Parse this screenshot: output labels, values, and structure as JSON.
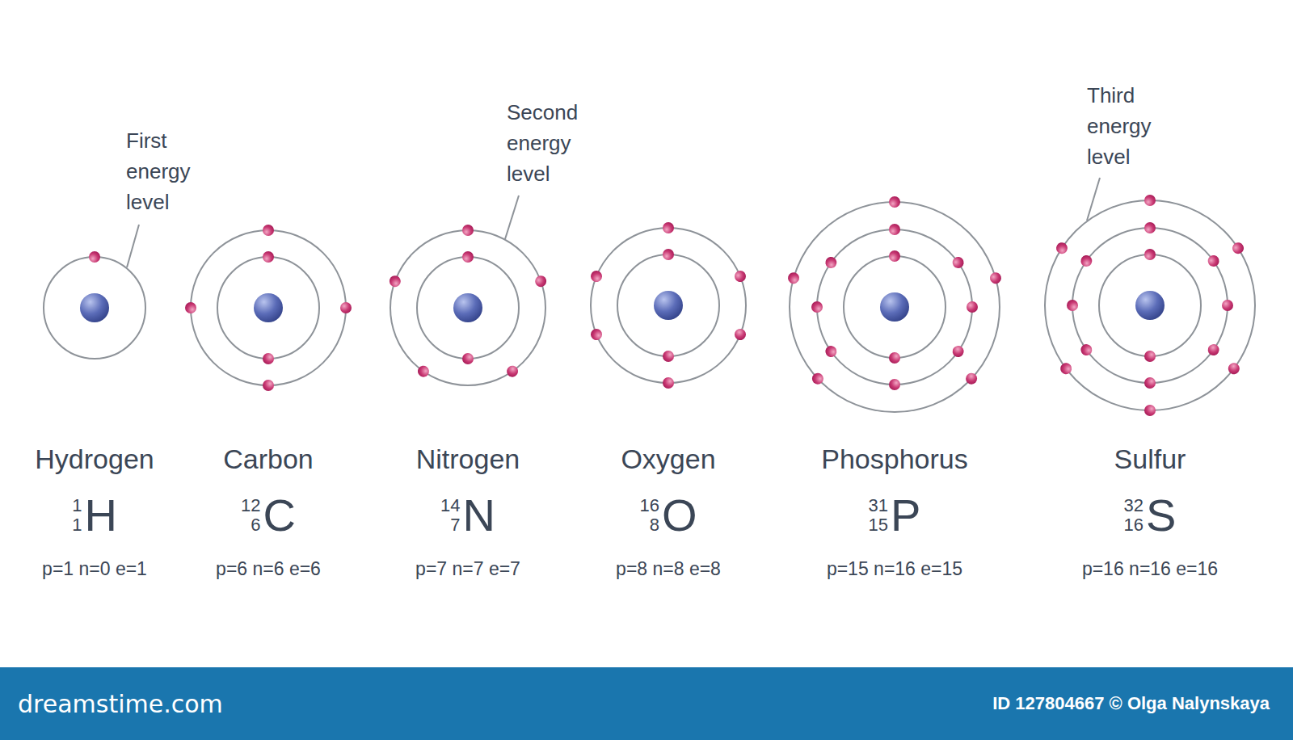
{
  "diagram": {
    "labels": [
      "First energy level",
      "Second energy level",
      "Third energy level",
      "Hydrogen",
      "1",
      "1",
      "H",
      "p=1 n=0 e=1",
      "Carbon",
      "12",
      "6",
      "C",
      "p=6 n=6 e=6",
      "Nitrogen",
      "14",
      "7",
      "N",
      "p=7 n=7 e=7",
      "Oxygen",
      "16",
      "8",
      "O",
      "p=8 n=8 e=8",
      "Phosphorus",
      "31",
      "15",
      "P",
      "p=15 n=16 e=15",
      "Sulfur",
      "32",
      "16",
      "S",
      "p=16 n=16 e=16",
      "dreamstime.com",
      "ID 127804667 © Olga Nalynskaya"
    ]
  }
}
